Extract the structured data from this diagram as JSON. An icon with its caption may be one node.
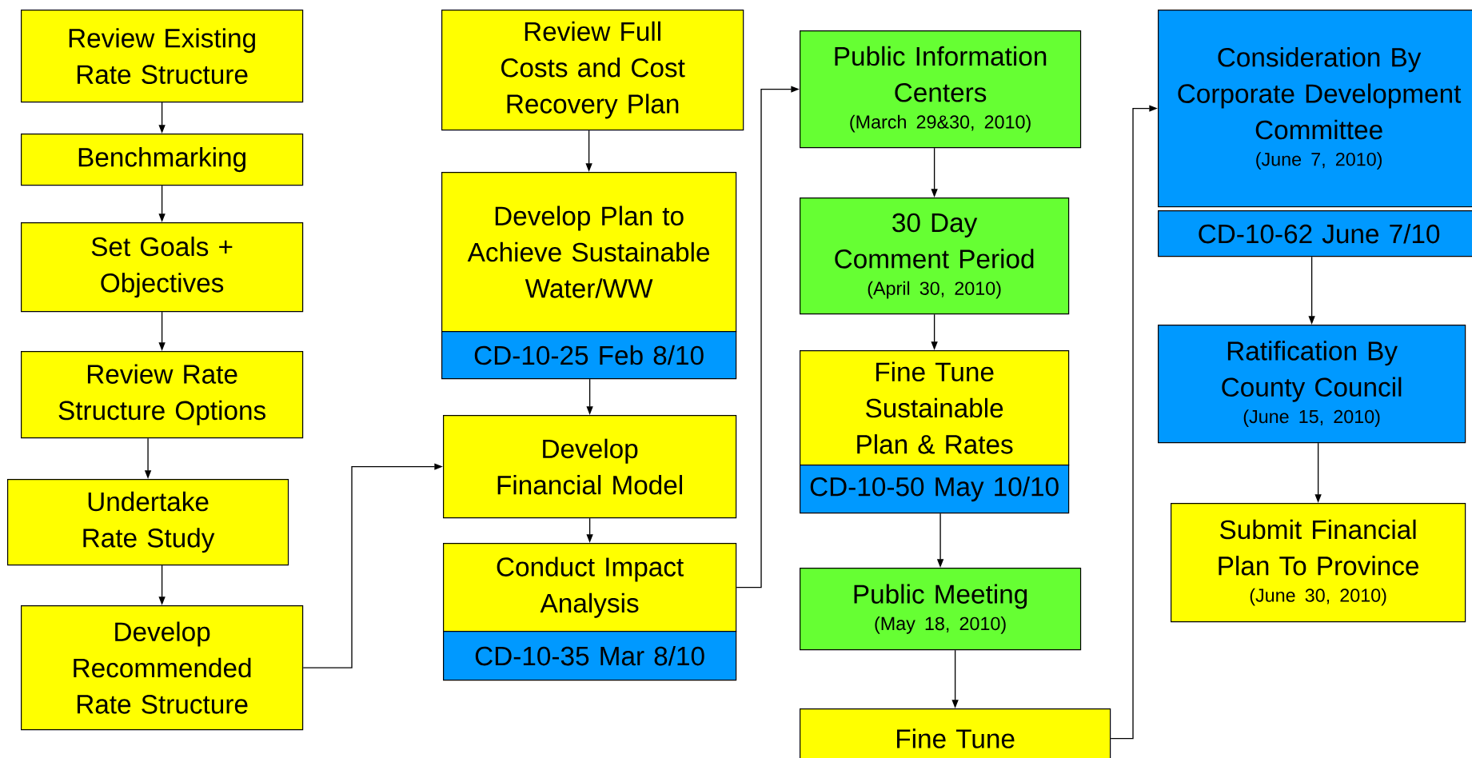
{
  "diagram": {
    "nodes": [
      {
        "text": [
          "Review Existing Rate Structure"
        ]
      },
      {
        "text": [
          "Benchmarking"
        ]
      },
      {
        "text": [
          "Set Goals + Objectives"
        ]
      },
      {
        "text": [
          "Review Rate Structure Options"
        ]
      },
      {
        "text": [
          "Undertake Rate Study"
        ]
      },
      {
        "text": [
          "Develop Recommended Rate Structure"
        ]
      },
      {
        "text": [
          "Review Full Costs and Cost Recovery Plan"
        ]
      },
      {
        "text": [
          "Develop Plan to Achieve Sustainable Water/WW"
        ]
      },
      {
        "text": [
          "CD-10-25  Feb 8/10"
        ]
      },
      {
        "text": [
          "Develop Financial Model"
        ]
      },
      {
        "text": [
          "Conduct Impact Analysis"
        ]
      },
      {
        "text": [
          "CD-10-35 Mar 8/10"
        ]
      },
      {
        "text": [
          "Public Information Centers",
          "(March 29&30, 2010)"
        ]
      },
      {
        "text": [
          "30 Day Comment Period",
          "(April 30, 2010)"
        ]
      },
      {
        "text": [
          "Fine Tune Sustainable Plan & Rates"
        ]
      },
      {
        "text": [
          "CD-10-50 May 10/10"
        ]
      },
      {
        "text": [
          "Public Meeting",
          "(May 18, 2010)"
        ]
      },
      {
        "text": [
          "Fine Tune"
        ]
      },
      {
        "text": [
          "Consideration By Corporate Development Committee",
          "(June 7, 2010)"
        ]
      },
      {
        "text": [
          "CD-10-62 June 7/10"
        ]
      },
      {
        "text": [
          "Ratification By County Council",
          "(June 15, 2010)"
        ]
      },
      {
        "text": [
          "Submit Financial Plan To Province",
          "(June 30, 2010)"
        ]
      }
    ],
    "edges": [
      {
        "from": 0,
        "to": 1,
        "arrow": "to"
      },
      {
        "from": 1,
        "to": 2,
        "arrow": "to"
      },
      {
        "from": 2,
        "to": 3,
        "arrow": "to"
      },
      {
        "from": 3,
        "to": 4,
        "arrow": "to"
      },
      {
        "from": 4,
        "to": 5,
        "arrow": "to"
      },
      {
        "from": 5,
        "to": 9,
        "arrow": "to"
      },
      {
        "from": 6,
        "to": 7,
        "arrow": "to"
      },
      {
        "from": 8,
        "to": 9,
        "arrow": "to"
      },
      {
        "from": 9,
        "to": 10,
        "arrow": "to"
      },
      {
        "from": 10,
        "to": 12,
        "arrow": "to"
      },
      {
        "from": 12,
        "to": 13,
        "arrow": "to"
      },
      {
        "from": 13,
        "to": 14,
        "arrow": "to"
      },
      {
        "from": 15,
        "to": 16,
        "arrow": "to"
      },
      {
        "from": 16,
        "to": 17,
        "arrow": "to"
      },
      {
        "from": 17,
        "to": 18,
        "arrow": "to"
      },
      {
        "from": 19,
        "to": 20,
        "arrow": "to"
      },
      {
        "from": 20,
        "to": 21,
        "arrow": "to"
      }
    ]
  }
}
